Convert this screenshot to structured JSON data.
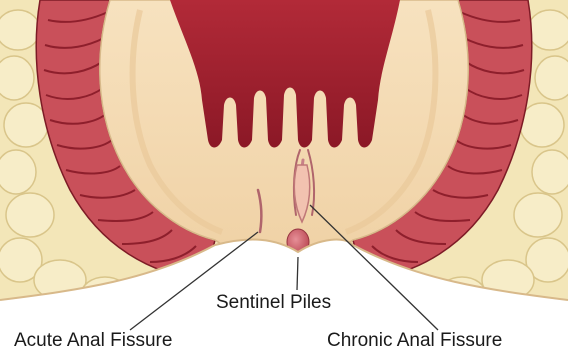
{
  "diagram": {
    "labels": {
      "sentinel_piles": "Sentinel Piles",
      "acute_anal_fissure": "Acute Anal Fissure",
      "chronic_anal_fissure": "Chronic Anal Fissure"
    },
    "colors": {
      "fat_tissue": "#f3e6b8",
      "fat_outline": "#d9c58a",
      "muscle": "#c9505a",
      "muscle_stripe": "#8e1f2c",
      "rectum_lumen": "#9b1f2d",
      "canal_wall": "#f5dcb5",
      "fissure_line": "#b0656c",
      "sentinel_pile": "#d0606c",
      "leader_line": "#333333"
    }
  }
}
